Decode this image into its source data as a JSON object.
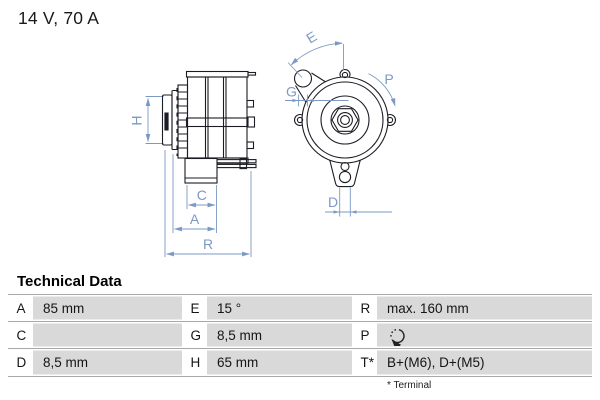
{
  "theme": {
    "dimension_blue": "#7c99c5",
    "drawing_ink": "#1c1c24",
    "cell_gray": "#d9d9d9",
    "hairline": "#a8a8a8"
  },
  "header": {
    "title": "14 V, 70 A"
  },
  "diagram": {
    "labels": {
      "H": "H",
      "C": "C",
      "A": "A",
      "R": "R",
      "E": "E",
      "G": "G",
      "P": "P",
      "D": "D"
    },
    "views": {
      "left": "alternator side view",
      "right": "alternator front view"
    },
    "rotation_direction": "clockwise"
  },
  "table": {
    "heading": "Technical Data",
    "rows": [
      {
        "cells": [
          {
            "key": "A",
            "value": "85 mm"
          },
          {
            "key": "E",
            "value": "15 °"
          },
          {
            "key": "R",
            "value": "max. 160 mm"
          }
        ]
      },
      {
        "cells": [
          {
            "key": "C",
            "value": ""
          },
          {
            "key": "G",
            "value": "8,5 mm"
          },
          {
            "key": "P",
            "value": "",
            "icon": "rotation-clockwise-icon"
          }
        ]
      },
      {
        "cells": [
          {
            "key": "D",
            "value": "8,5 mm"
          },
          {
            "key": "H",
            "value": "65 mm"
          },
          {
            "key": "T*",
            "value": "B+(M6), D+(M5)"
          }
        ]
      }
    ],
    "footnote": "* Terminal"
  }
}
